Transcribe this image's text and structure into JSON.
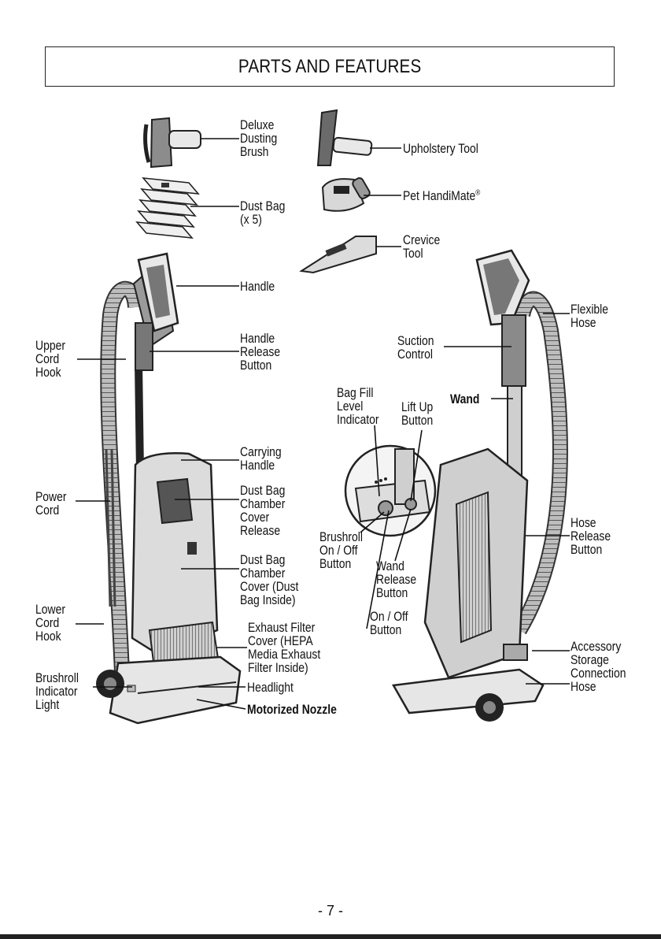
{
  "title": "PARTS AND FEATURES",
  "page_number": "- 7 -",
  "labels": {
    "deluxe_dusting_brush": "Deluxe\nDusting\nBrush",
    "upholstery_tool": "Upholstery Tool",
    "dust_bag": "Dust Bag\n(x 5)",
    "pet_handimate": "Pet HandiMate",
    "pet_handimate_mark": "®",
    "crevice_tool": "Crevice\nTool",
    "handle": "Handle",
    "upper_cord_hook": "Upper\nCord\nHook",
    "handle_release_button": "Handle\nRelease\nButton",
    "carrying_handle": "Carrying\nHandle",
    "power_cord": "Power\nCord",
    "dust_bag_chamber_cover_release": "Dust Bag\nChamber\nCover\nRelease",
    "dust_bag_chamber_cover": "Dust Bag\nChamber\nCover (Dust\nBag Inside)",
    "lower_cord_hook": "Lower\nCord\nHook",
    "exhaust_filter_cover": "Exhaust Filter\nCover (HEPA\nMedia Exhaust\nFilter Inside)",
    "brushroll_indicator_light": "Brushroll\nIndicator\nLight",
    "headlight": "Headlight",
    "motorized_nozzle": "Motorized Nozzle",
    "flexible_hose": "Flexible\nHose",
    "suction_control": "Suction\nControl",
    "bag_fill_level_indicator": "Bag Fill\nLevel\nIndicator",
    "lift_up_button": "Lift Up\nButton",
    "wand": "Wand",
    "brushroll_on_off_button": "Brushroll\nOn / Off\nButton",
    "wand_release_button": "Wand\nRelease\nButton",
    "on_off_button": "On / Off\nButton",
    "hose_release_button": "Hose\nRelease\nButton",
    "accessory_storage_connection_hose": "Accessory\nStorage\nConnection\nHose"
  }
}
